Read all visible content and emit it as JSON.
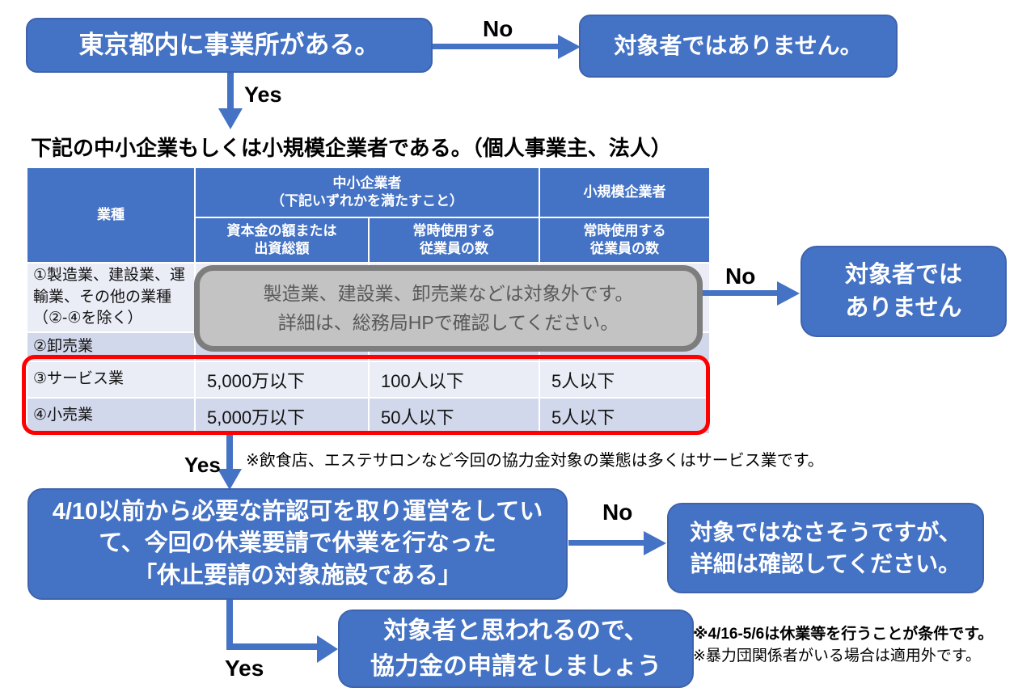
{
  "colors": {
    "accent_blue": "#4472C4",
    "table_band_light": "#EAEDF6",
    "table_band_dark": "#D2D8EB",
    "overlay_gray_fill": "#C3C3C3",
    "overlay_gray_border": "#7D7D7D",
    "overlay_gray_text": "#595959",
    "highlight_red": "#FF0000"
  },
  "labels": {
    "yes": "Yes",
    "no": "No"
  },
  "nodes": {
    "q_tokyo": "東京都内に事業所がある。",
    "not_target_1": "対象者ではありません。",
    "not_target_2": "対象者では\nありません",
    "q_facility": "4/10以前から必要な許認可を取り運営をしてい\nて、今回の休業要請で休業を行なった\n「休止要請の対象施設である」",
    "maybe_not": "対象ではなさそうですが、\n詳細は確認してください。",
    "apply": "対象者と思われるので、\n協力金の申請をしましょう"
  },
  "section_title": "下記の中小企業もしくは小規模企業者である。（個人事業主、法人）",
  "table": {
    "header": {
      "industry": "業種",
      "sme_group": "中小企業者\n（下記いずれかを満たすこと）",
      "small_business": "小規模企業者",
      "capital": "資本金の額または\n出資総額",
      "employees": "常時使用する\n従業員の数",
      "employees_small": "常時使用する\n従業員の数"
    },
    "rows": [
      {
        "industry": "①製造業、建設業、運\n輸業、その他の業種\n（②-④を除く）",
        "capital": "",
        "employees": "",
        "small": ""
      },
      {
        "industry": "②卸売業",
        "capital": "",
        "employees": "",
        "small": ""
      },
      {
        "industry": "③サービス業",
        "capital": "5,000万以下",
        "employees": "100人以下",
        "small": "5人以下"
      },
      {
        "industry": "④小売業",
        "capital": "5,000万以下",
        "employees": "50人以下",
        "small": "5人以下"
      }
    ]
  },
  "overlay": {
    "text": "製造業、建設業、卸売業などは対象外です。\n詳細は、総務局HPで確認してください。"
  },
  "notes": {
    "service": "※飲食店、エステサロンなど今回の協力金対象の業態は多くはサービス業です。"
  },
  "footnotes": {
    "line1": "※4/16-5/6は休業等を行うことが条件です。",
    "line2": "※暴力団関係者がいる場合は適用外です。"
  }
}
